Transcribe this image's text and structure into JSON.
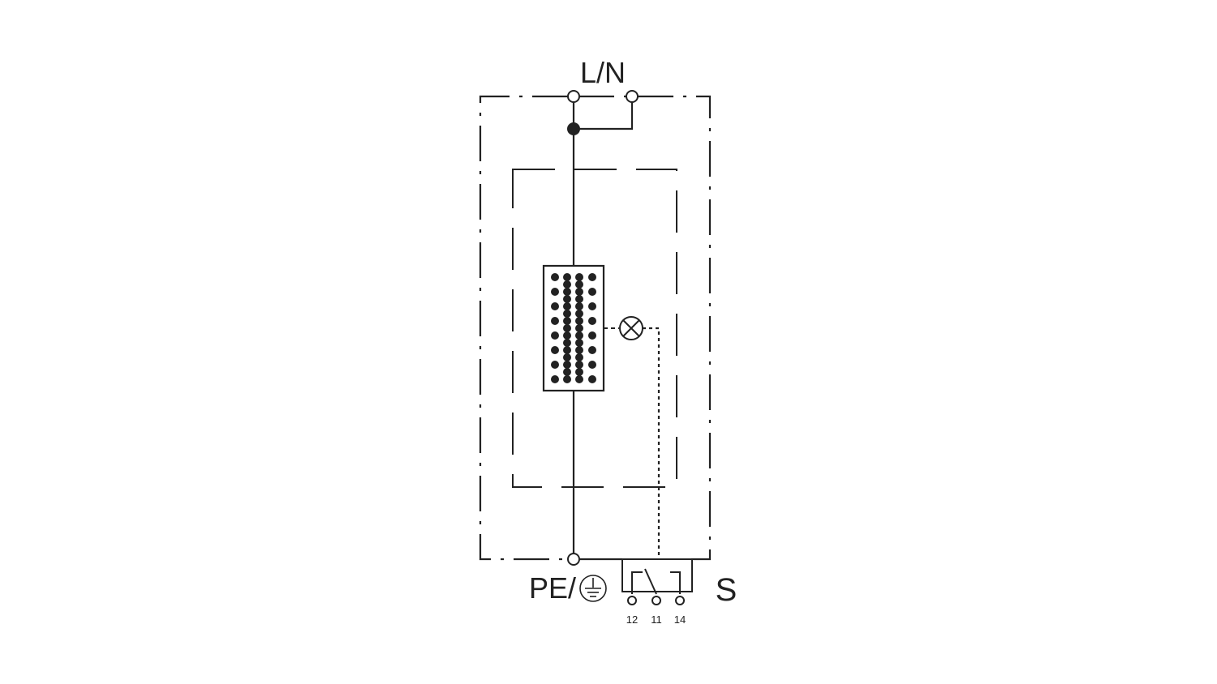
{
  "labels": {
    "top": "L/N",
    "bottom_left": "PE/",
    "bottom_right": "S"
  },
  "contact_pins": [
    "12",
    "11",
    "14"
  ],
  "icons": {
    "earth": "protective-earth-icon",
    "indicator": "indicator-lamp-icon",
    "component": "surge-protective-element-icon",
    "contact": "changeover-contact-icon"
  },
  "colors": {
    "line": "#222222",
    "background": "#ffffff"
  }
}
